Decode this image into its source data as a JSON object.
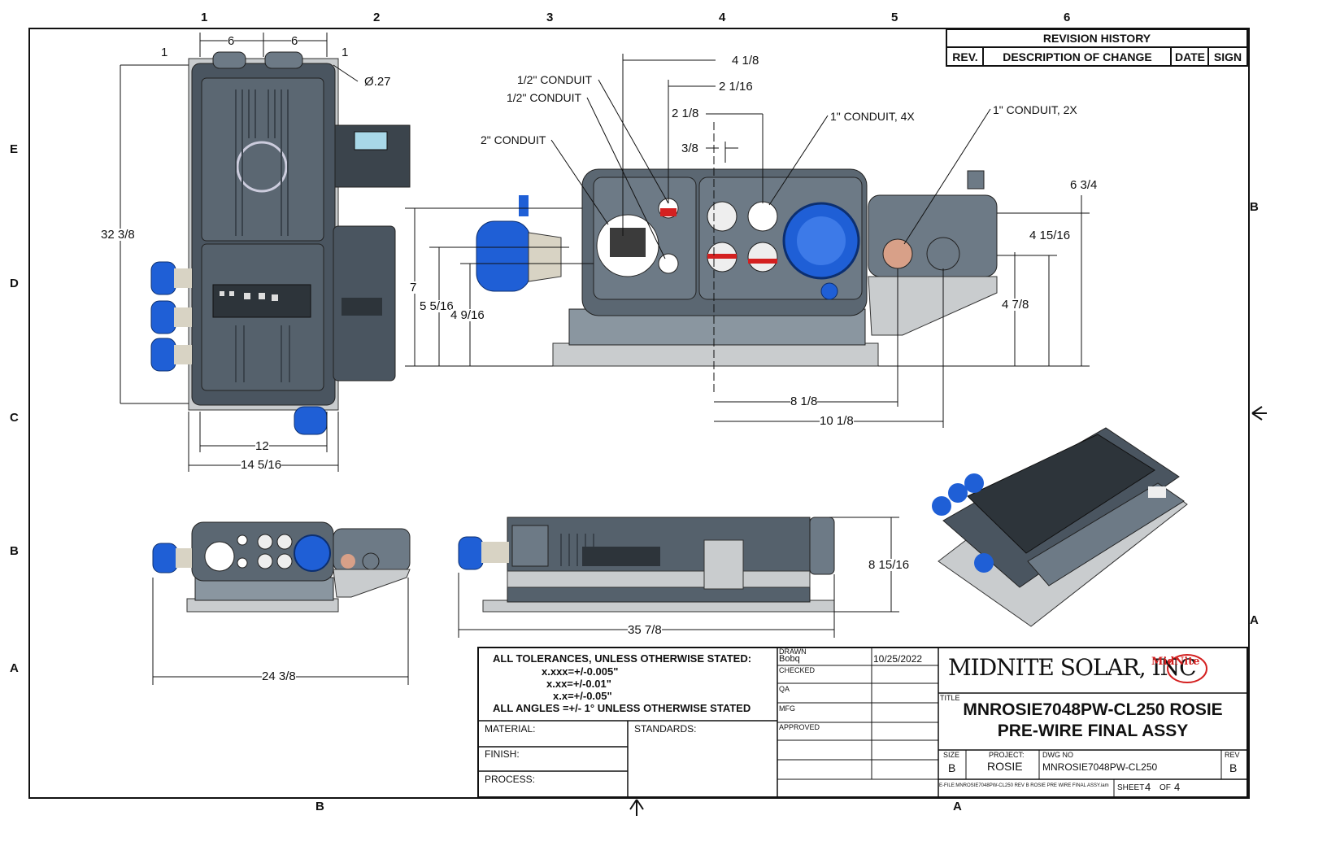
{
  "zones": {
    "top": [
      "1",
      "2",
      "3",
      "4",
      "5",
      "6"
    ],
    "left": [
      "E",
      "D",
      "C",
      "B",
      "A"
    ],
    "right": [
      "B",
      "A"
    ],
    "bottom": [
      "B",
      "A"
    ]
  },
  "revision_history": {
    "title": "REVISION HISTORY",
    "columns": [
      "REV.",
      "DESCRIPTION OF CHANGE",
      "DATE",
      "SIGN"
    ]
  },
  "callouts": {
    "conduit_half_1": "1/2\" CONDUIT",
    "conduit_half_2": "1/2\" CONDUIT",
    "conduit_2": "2\" CONDUIT",
    "conduit_1_4x": "1\" CONDUIT, 4X",
    "conduit_1_2x": "1\" CONDUIT, 2X",
    "hole_dia": "Ø.27"
  },
  "dimensions": {
    "top_6a": "6",
    "top_6b": "6",
    "top_1a": "1",
    "top_1b": "1",
    "height_32": "32 3/8",
    "width_12": "12",
    "width_14": "14 5/16",
    "d_4_1_8": "4 1/8",
    "d_2_1_16": "2 1/16",
    "d_2_1_8": "2 1/8",
    "d_3_8": "3/8",
    "d_6_3_4": "6 3/4",
    "d_4_15_16": "4 15/16",
    "d_4_7_8": "4 7/8",
    "d_7": "7",
    "d_5_5_16": "5 5/16",
    "d_4_9_16": "4 9/16",
    "d_8_1_8": "8 1/8",
    "d_10_1_8": "10 1/8",
    "d_8_15_16": "8 15/16",
    "d_35_7_8": "35 7/8",
    "d_24_3_8": "24 3/8"
  },
  "tolerances": {
    "line1": "ALL TOLERANCES, UNLESS OTHERWISE STATED:",
    "line2": "x.xxx=+/-0.005\"",
    "line3": "x.xx=+/-0.01\"",
    "line4": "x.x=+/-0.05\"",
    "line5": "ALL ANGLES =+/- 1° UNLESS OTHERWISE STATED"
  },
  "title_block": {
    "material_label": "MATERIAL:",
    "standards_label": "STANDARDS:",
    "finish_label": "FINISH:",
    "process_label": "PROCESS:",
    "drawn_label": "DRAWN",
    "drawn_by": "Bobq",
    "drawn_date": "10/25/2022",
    "checked_label": "CHECKED",
    "qa_label": "QA",
    "mfg_label": "MFG",
    "approved_label": "APPROVED",
    "company": "MIDNITE SOLAR, INC",
    "logo_text": "MidNite",
    "title_label": "TITLE",
    "title_line1": "MNROSIE7048PW-CL250 ROSIE",
    "title_line2": "PRE-WIRE FINAL ASSY",
    "size_label": "SIZE",
    "size": "B",
    "project_label": "PROJECT:",
    "project": "ROSIE",
    "dwg_label": "DWG NO",
    "dwg_no": "MNROSIE7048PW-CL250",
    "rev_label": "REV",
    "rev": "B",
    "efile": "E-FILE:MNROSIE7048PW-CL250 REV B ROSIE PRE WIRE FINAL ASSY.iam",
    "sheet_label": "SHEET",
    "sheet": "4",
    "of_label": "OF",
    "sheet_total": "4"
  },
  "colors": {
    "body_dark": "#4a5560",
    "body_mid": "#6d7a86",
    "body_light": "#9aa5ae",
    "plate": "#c9ccce",
    "blue_cap": "#1f5fd6",
    "red_mark": "#d42020"
  }
}
